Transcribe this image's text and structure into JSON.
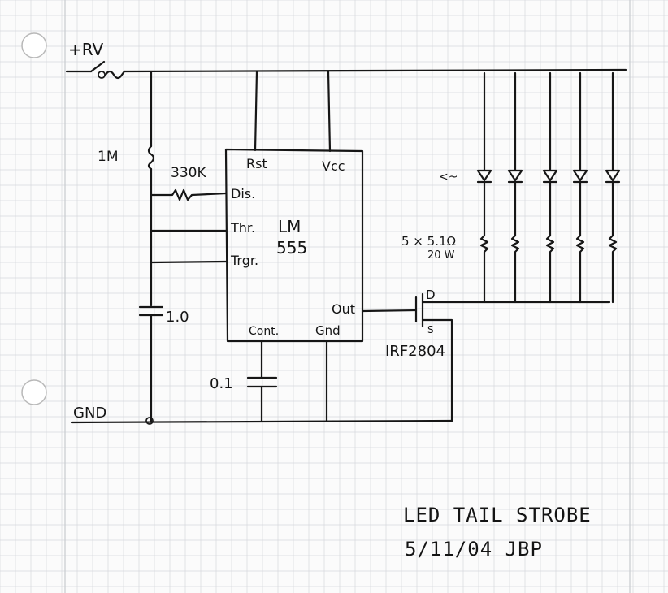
{
  "labels": {
    "supply": "+RV",
    "ground": "GND",
    "r_timing": "1M",
    "r_discharge": "330K",
    "c_timing": "1.0",
    "c_control": "0.1",
    "led_resistors_line1": "5 × 5.1Ω",
    "led_resistors_line2": "20 W",
    "led_light_symbol": "<~",
    "mosfet_drain": "D",
    "mosfet_source": "S",
    "mosfet_part": "IRF2804"
  },
  "ic": {
    "part_line1": "LM",
    "part_line2": "555",
    "pins": {
      "reset": "Rst",
      "vcc": "Vcc",
      "discharge": "Dis.",
      "threshold": "Thr.",
      "trigger": "Trgr.",
      "output": "Out",
      "control": "Cont.",
      "ground": "Gnd"
    }
  },
  "title": {
    "line1": "LED TAIL STROBE",
    "line2": "5/11/04   JBP"
  },
  "colors": {
    "paper": "#fbfbfb",
    "grid": "#d6d9dc",
    "ink": "#161616",
    "hole": "#ffffff"
  },
  "led_count": 5
}
